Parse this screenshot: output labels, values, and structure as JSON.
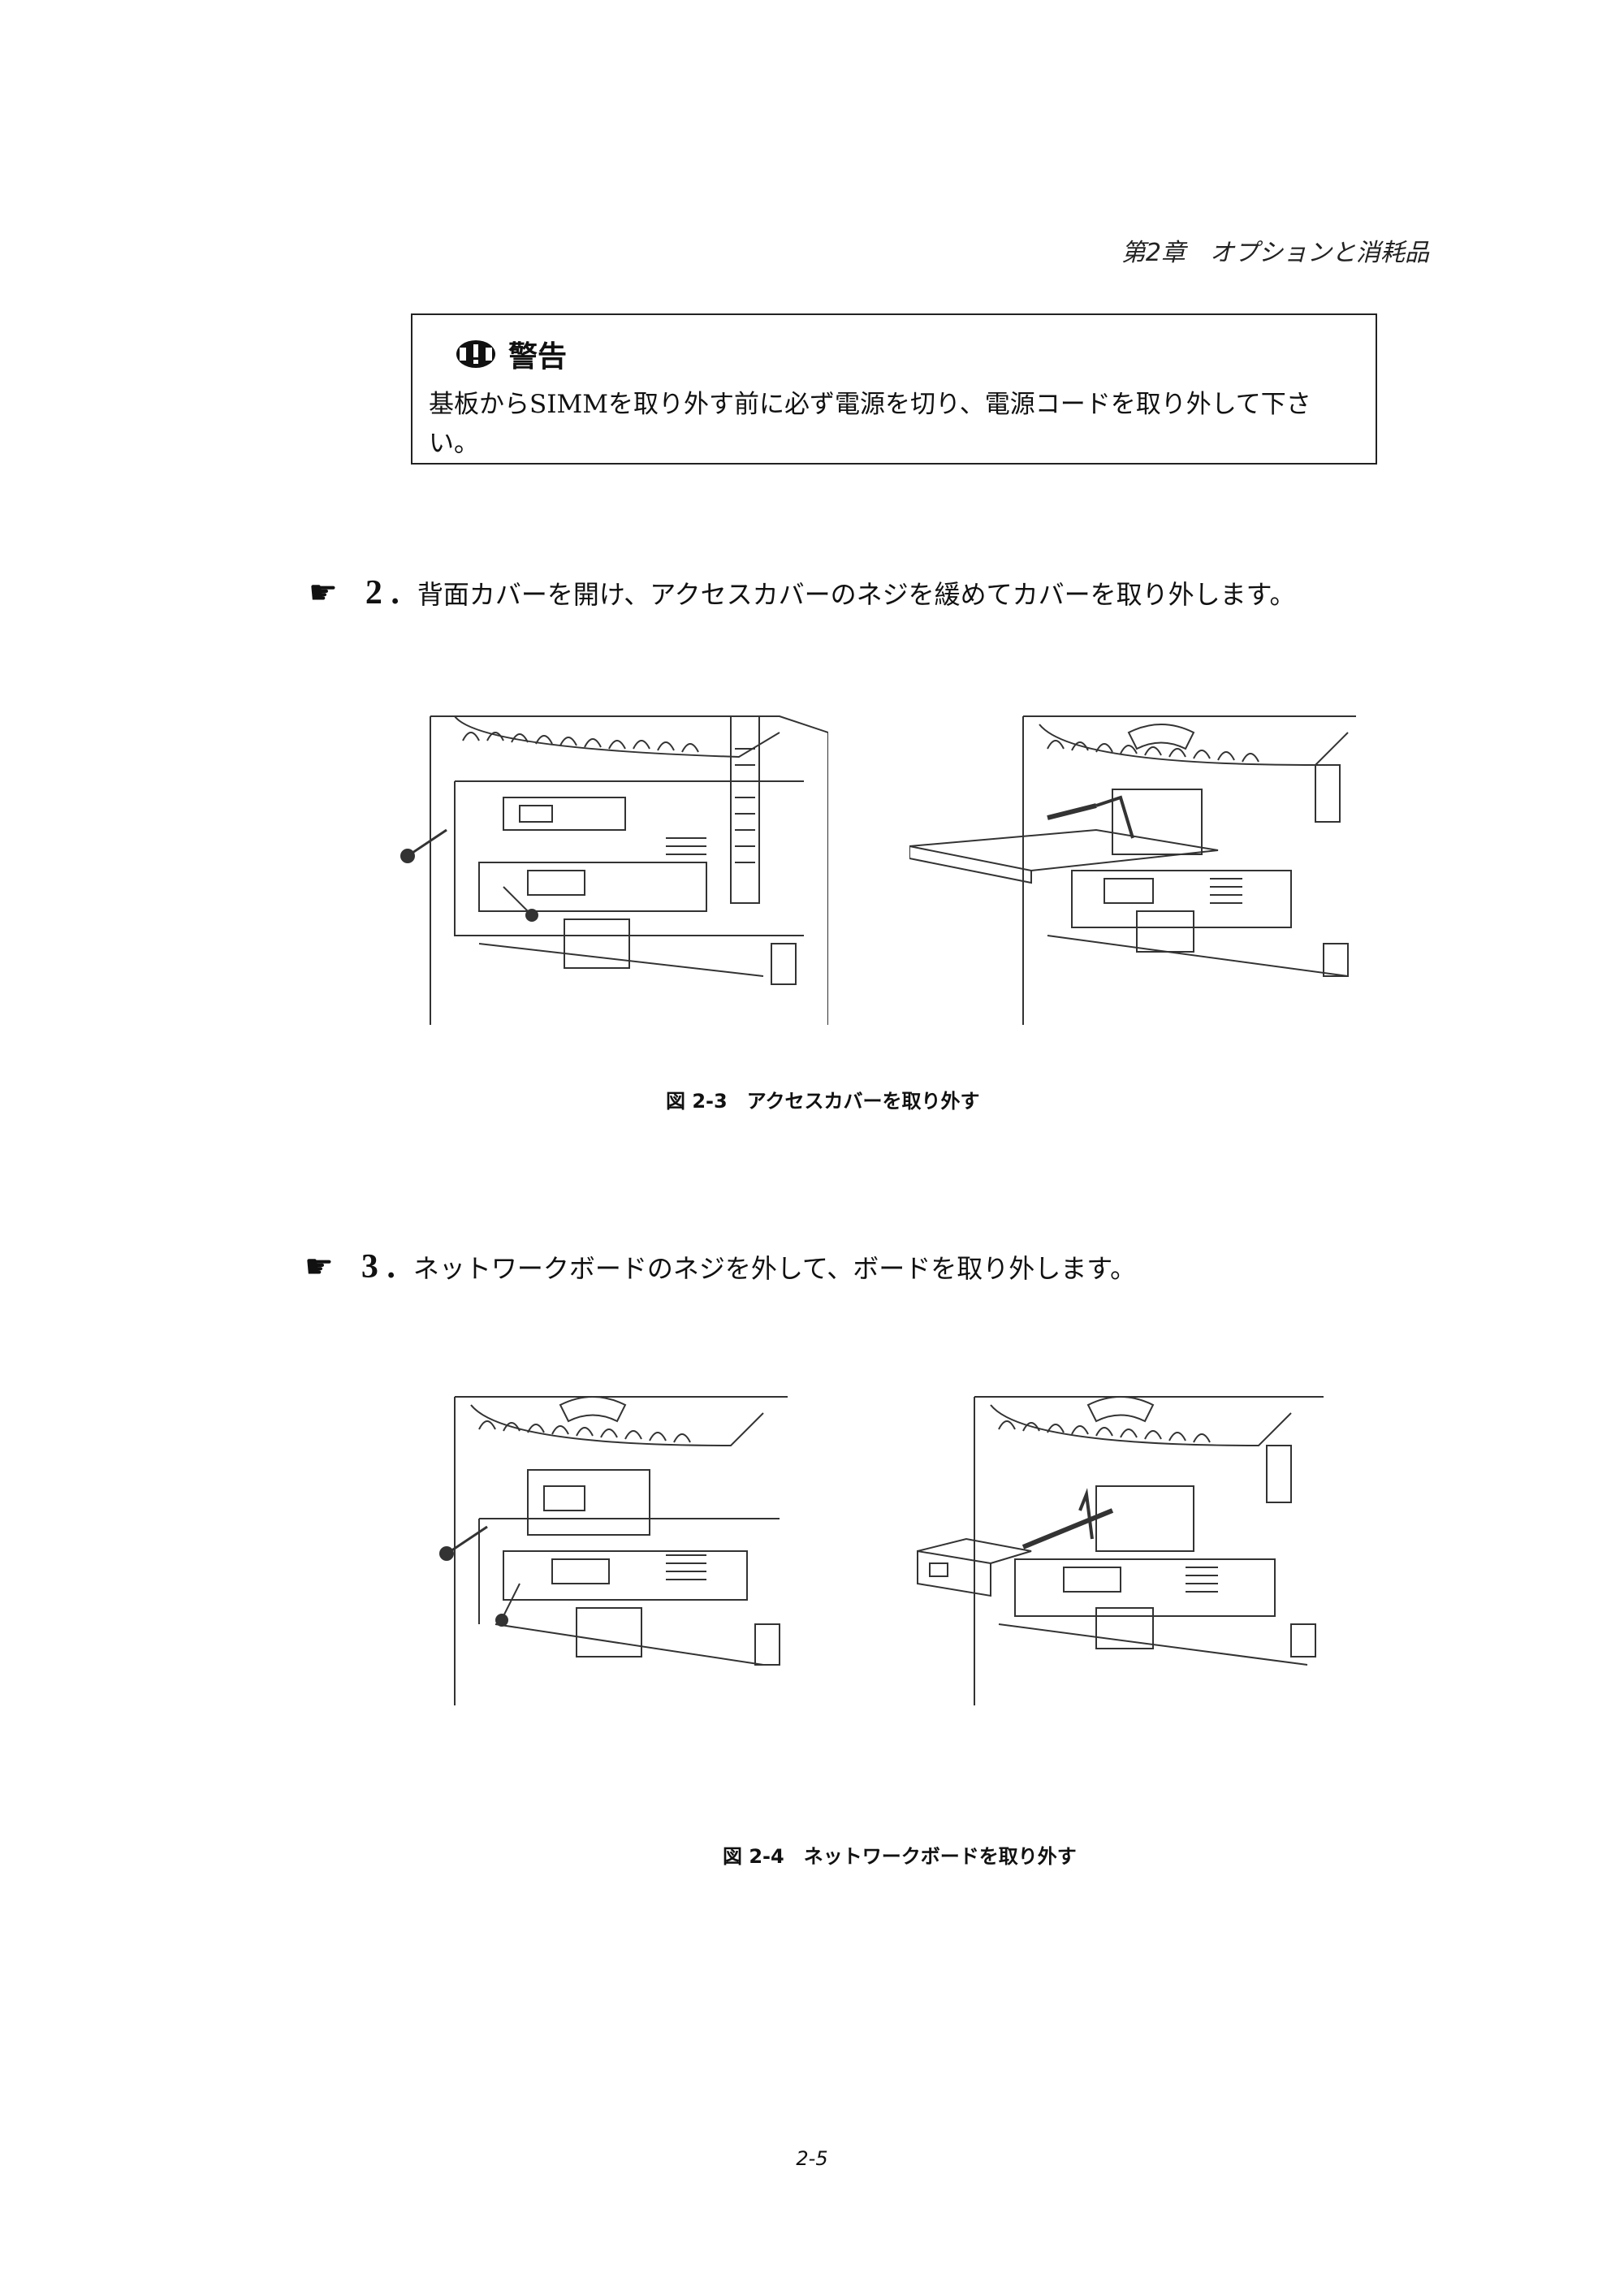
{
  "header": {
    "chapter": "第2章　オプションと消耗品"
  },
  "warning": {
    "icon": "warning-icon",
    "title": "警告",
    "body": "基板からSIMMを取り外す前に必ず電源を切り、電源コードを取り外して下さい。"
  },
  "steps": [
    {
      "number": "2 .",
      "text": "背面カバーを開け、アクセスカバーのネジを緩めてカバーを取り外します。",
      "icon": "pointing-hand-icon"
    },
    {
      "number": "3 .",
      "text": "ネットワークボードのネジを外して、ボードを取り外します。",
      "icon": "pointing-hand-icon"
    }
  ],
  "figures": [
    {
      "caption": "図 2-3　アクセスカバーを取り外す"
    },
    {
      "caption": "図 2-4　ネットワークボードを取り外す"
    }
  ],
  "page_number": "2-5"
}
